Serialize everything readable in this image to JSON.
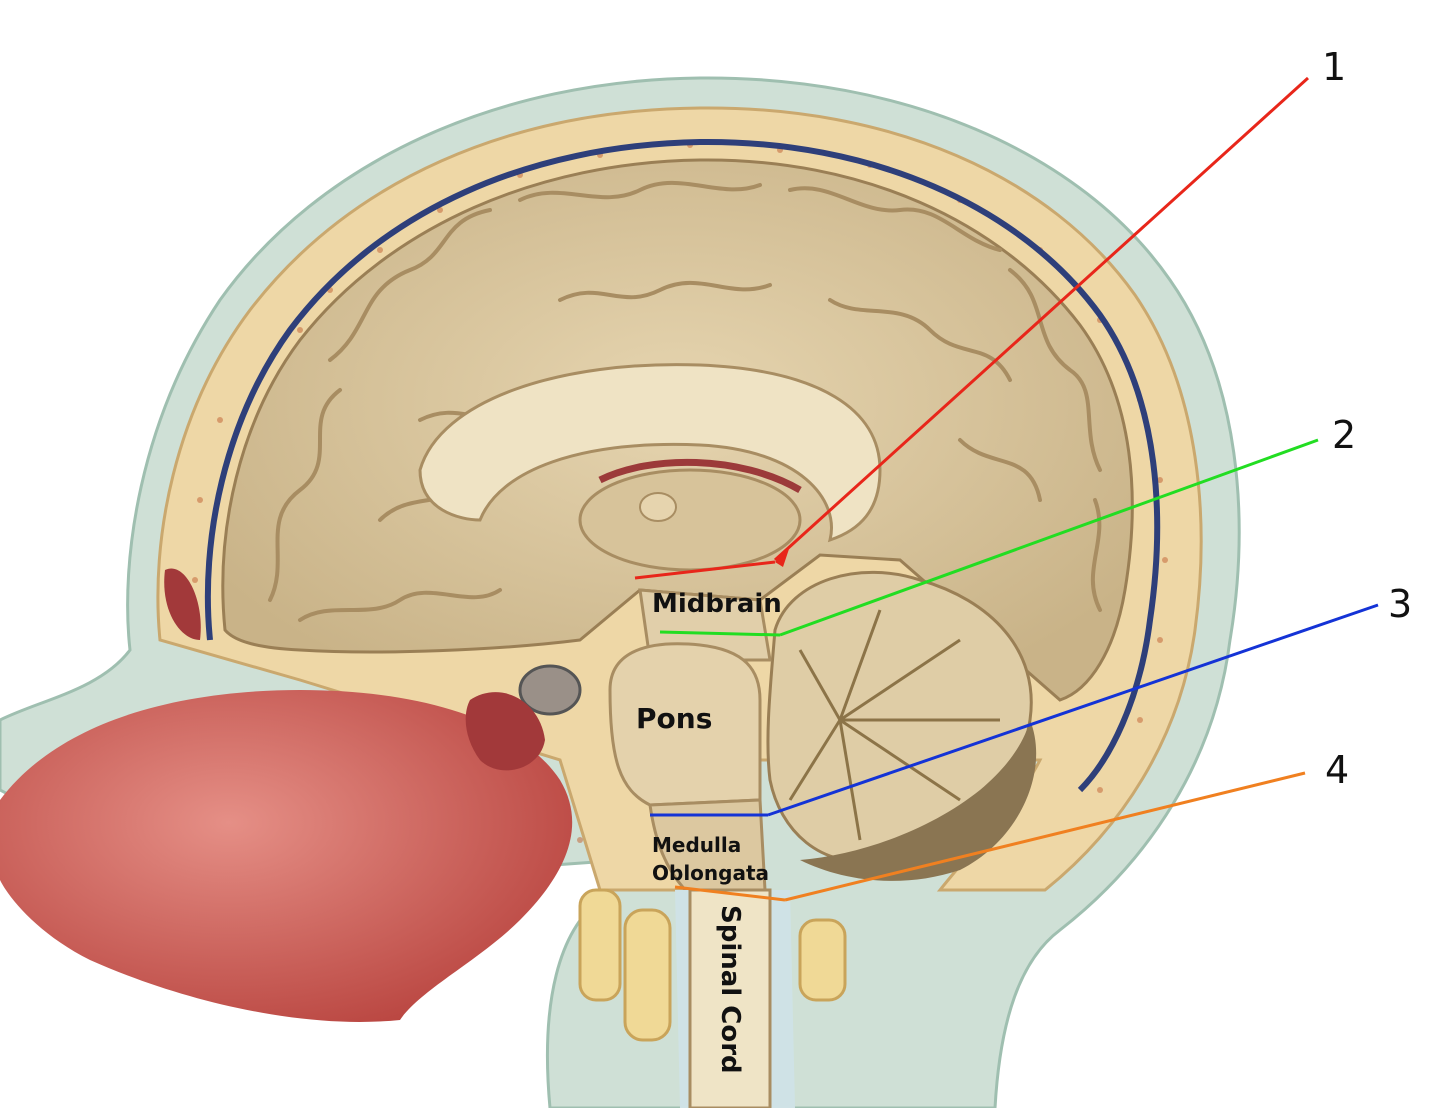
{
  "labels": {
    "midbrain": "Midbrain",
    "pons": "Pons",
    "medulla_line1": "Medulla",
    "medulla_line2": "Oblongata",
    "spinal_cord": "Spinal Cord"
  },
  "callouts": [
    {
      "number": "1",
      "color": "#e8261a"
    },
    {
      "number": "2",
      "color": "#22dd22"
    },
    {
      "number": "3",
      "color": "#1433d6"
    },
    {
      "number": "4",
      "color": "#f08020"
    }
  ],
  "colors": {
    "brain": "#d9c6a0",
    "brain_shadow": "#b49a6e",
    "skull": "#ecd3a2",
    "scalp": "#c9ddd2",
    "meninges": "#2e3f7a",
    "tissue_red": "#c44a45",
    "spinal_canal": "#cfe2e6"
  }
}
